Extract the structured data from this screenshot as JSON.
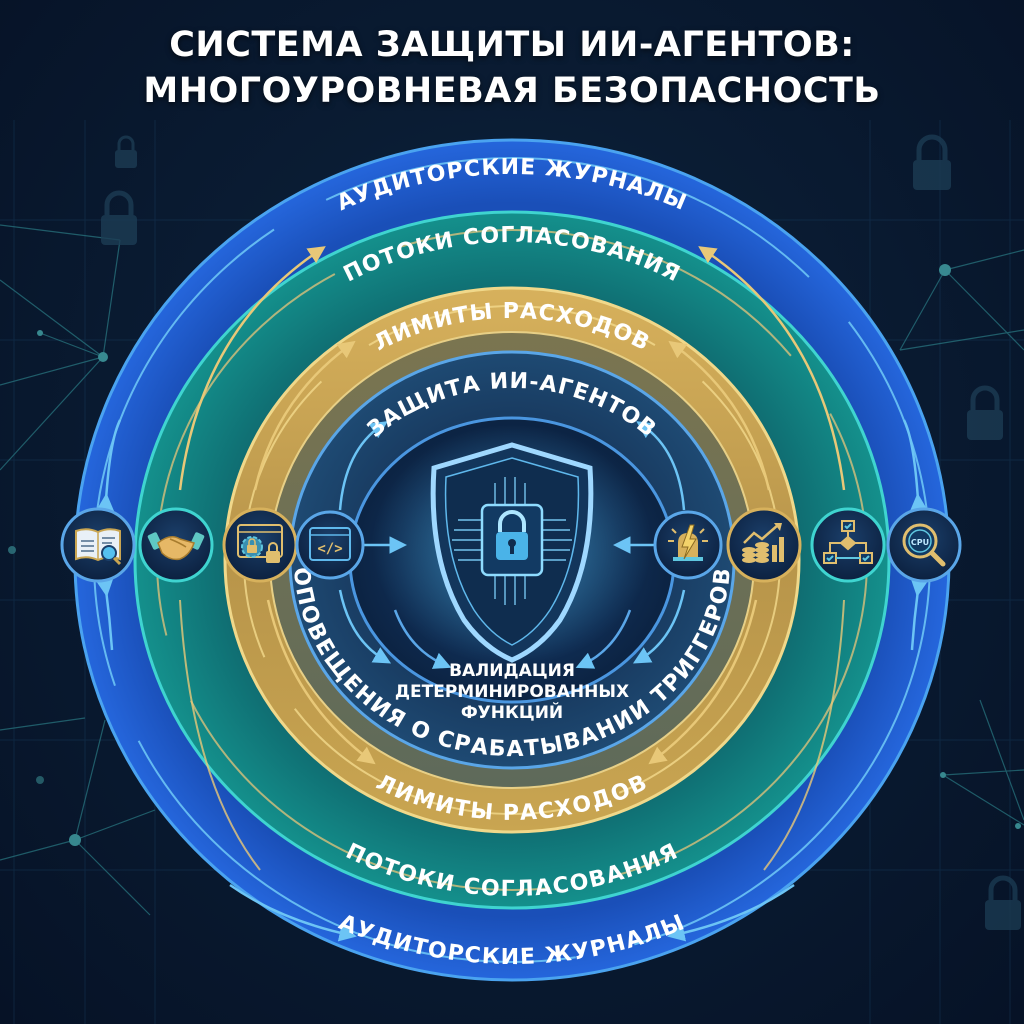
{
  "title": {
    "line1": "СИСТЕМА ЗАЩИТЫ ИИ-АГЕНТОВ:",
    "line2": "МНОГОУРОВНЕВАЯ БЕЗОПАСНОСТЬ"
  },
  "rings": {
    "audit": {
      "top_label": "АУДИТОРСКИЕ ЖУРНАЛЫ",
      "bottom_label": "АУДИТОРСКИЕ ЖУРНАЛЫ",
      "color": "#1f5fd0"
    },
    "approval": {
      "top_label": "ПОТОКИ СОГЛАСОВАНИЯ",
      "bottom_label": "ПОТОКИ СОГЛАСОВАНИЯ",
      "color": "#127f7e"
    },
    "spending": {
      "top_label": "ЛИМИТЫ РАСХОДОВ",
      "bottom_label": "ЛИМИТЫ РАСХОДОВ",
      "color": "#c9a34e"
    },
    "core_ring": {
      "top_label": "ЗАЩИТА ИИ-АГЕНТОВ",
      "bottom_label": "ОПОВЕЩЕНИЯ О СРАБАТЫВАНИИ ТРИГГЕРОВ",
      "color": "#1b3f66"
    }
  },
  "center": {
    "icon": "shield-lock-circuit-icon",
    "caption_line1": "ВАЛИДАЦИЯ",
    "caption_line2": "ДЕТЕРМИНИРОВАННЫХ",
    "caption_line3": "ФУНКЦИЙ"
  },
  "nodes": {
    "left": [
      {
        "icon": "book-magnifier-icon",
        "ring": "audit"
      },
      {
        "icon": "handshake-icon",
        "ring": "approval"
      },
      {
        "icon": "window-gear-locks-icon",
        "ring": "spending"
      },
      {
        "icon": "code-window-icon",
        "ring": "core_ring"
      }
    ],
    "right": [
      {
        "icon": "alarm-lightning-icon",
        "ring": "core_ring"
      },
      {
        "icon": "coins-growth-chart-icon",
        "ring": "spending"
      },
      {
        "icon": "approval-flowchart-icon",
        "ring": "approval"
      },
      {
        "icon": "magnifier-cpu-icon",
        "ring": "audit"
      }
    ]
  },
  "colors": {
    "background": "#0a1c33",
    "blue_ring": "#1f5fd0",
    "blue_edge": "#4aa3f0",
    "teal_ring": "#127f7e",
    "teal_edge": "#3fd4d0",
    "gold_ring": "#c9a34e",
    "gold_edge": "#f0d88a",
    "navy_ring": "#1b3f66",
    "core": "#0e2748",
    "glow": "#5fd0ff"
  }
}
